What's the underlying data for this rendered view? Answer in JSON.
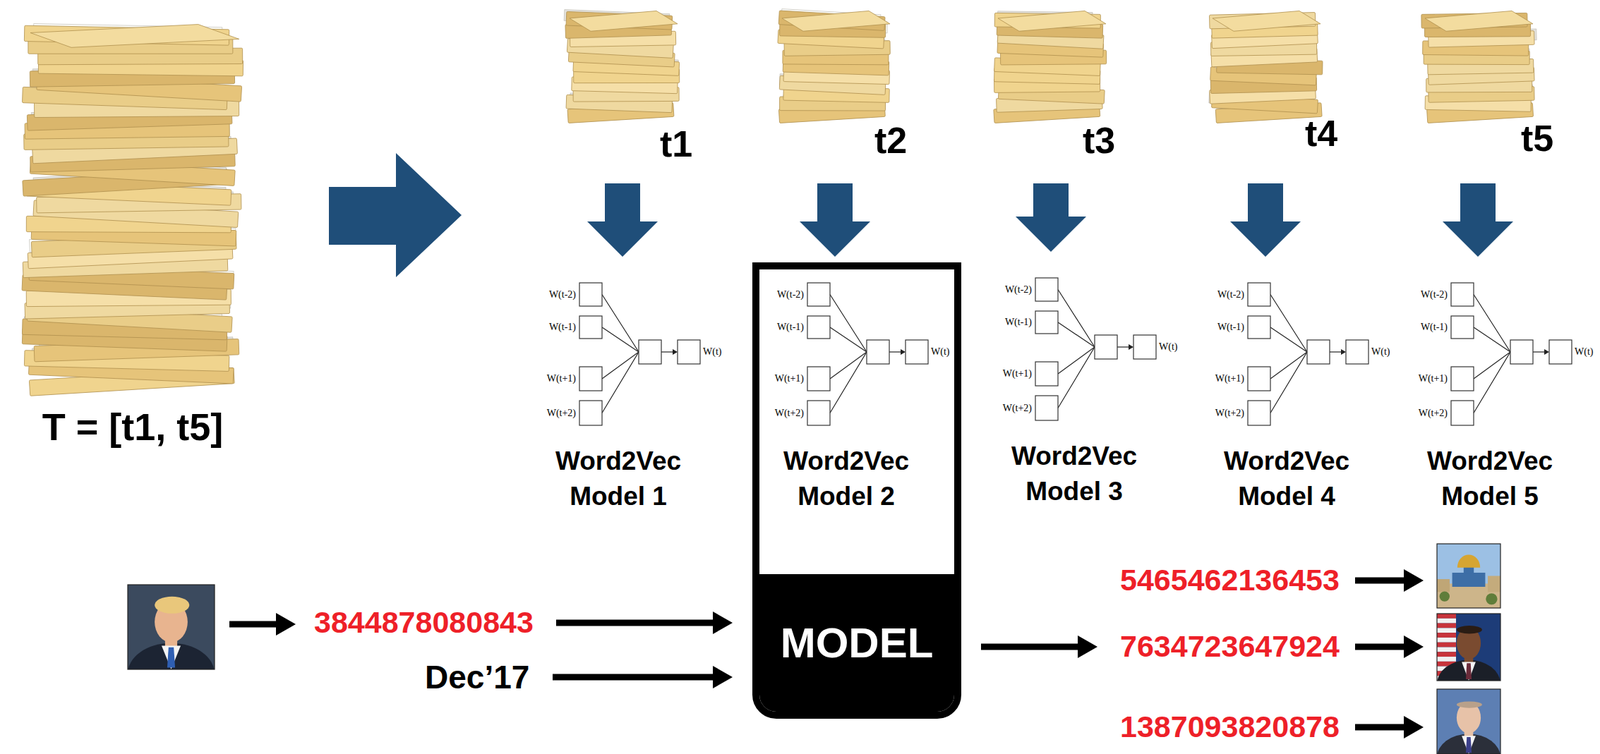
{
  "diagram": {
    "nodes": [
      {
        "text": [
          "T = [t1, t5]"
        ]
      },
      {
        "text": [
          "t1"
        ]
      },
      {
        "text": [
          "t2"
        ]
      },
      {
        "text": [
          "t3"
        ]
      },
      {
        "text": [
          "t4"
        ]
      },
      {
        "text": [
          "t5"
        ]
      },
      {
        "text": [
          "Word2Vec Model 1"
        ]
      },
      {
        "text": [
          "MODEL"
        ]
      },
      {
        "text": [
          "Word2Vec Model 2"
        ],
        "in": 7
      },
      {
        "text": [
          "Word2Vec Model 3"
        ]
      },
      {
        "text": [
          "Word2Vec Model 4"
        ]
      },
      {
        "text": [
          "Word2Vec Model 5"
        ]
      },
      {
        "text": [
          "3844878080843"
        ]
      },
      {
        "text": [
          "Dec’17"
        ]
      },
      {
        "text": [
          "5465462136453"
        ]
      },
      {
        "text": [
          "7634723647924"
        ]
      },
      {
        "text": [
          "1387093820878"
        ]
      }
    ],
    "edges": [
      {
        "from": 1,
        "to": 6,
        "arrow": "to"
      },
      {
        "from": 2,
        "to": 8,
        "arrow": "to"
      },
      {
        "from": 3,
        "to": 9,
        "arrow": "to"
      },
      {
        "from": 4,
        "to": 10,
        "arrow": "to"
      },
      {
        "from": 5,
        "to": 11,
        "arrow": "to"
      },
      {
        "from": 12,
        "to": 7,
        "arrow": "to"
      },
      {
        "from": 13,
        "to": 7,
        "arrow": "to"
      },
      {
        "from": 7,
        "to": 15,
        "arrow": "to"
      }
    ],
    "labels": [
      "W(t-2)",
      "W(t-1)",
      "W(t+1)",
      "W(t+2)",
      "W(t)",
      "W(t-2)",
      "W(t-1)",
      "W(t+1)",
      "W(t+2)",
      "W(t)",
      "W(t-2)",
      "W(t-1)",
      "W(t+1)",
      "W(t+2)",
      "W(t)",
      "W(t-2)",
      "W(t-1)",
      "W(t+1)",
      "W(t+2)",
      "W(t)",
      "W(t-2)",
      "W(t-1)",
      "W(t+1)",
      "W(t+2)",
      "W(t)"
    ]
  }
}
